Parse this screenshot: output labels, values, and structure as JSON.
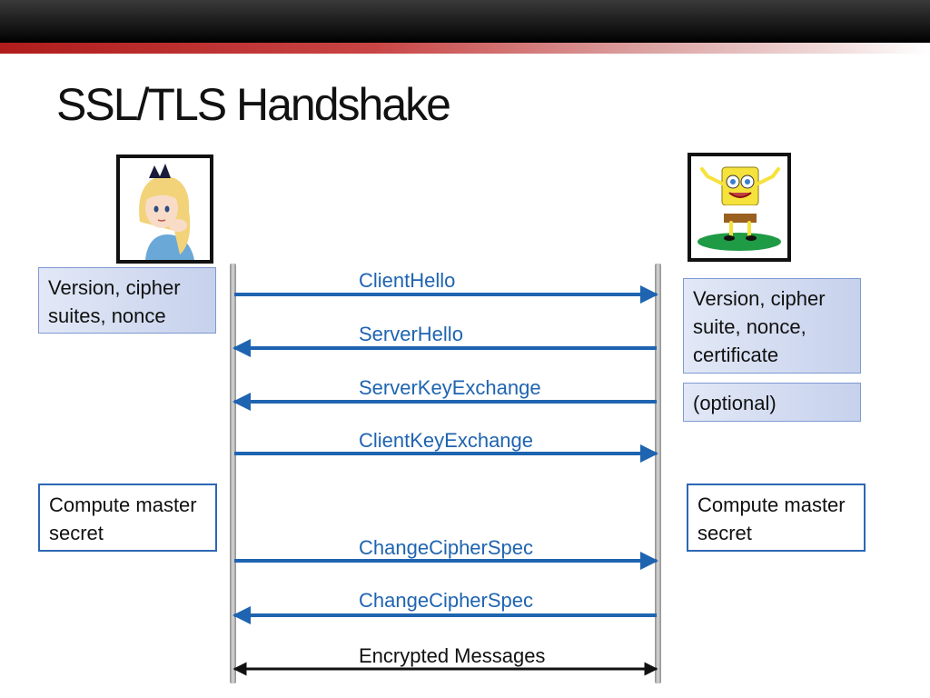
{
  "slide": {
    "title": "SSL/TLS Handshake"
  },
  "messages": [
    {
      "label": "ClientHello",
      "direction": "client-to-server"
    },
    {
      "label": "ServerHello",
      "direction": "server-to-client"
    },
    {
      "label": "ServerKeyExchange",
      "direction": "server-to-client"
    },
    {
      "label": "ClientKeyExchange",
      "direction": "client-to-server"
    },
    {
      "label": "ChangeCipherSpec",
      "direction": "client-to-server"
    },
    {
      "label": "ChangeCipherSpec",
      "direction": "server-to-client"
    },
    {
      "label": "Encrypted Messages",
      "direction": "both"
    }
  ],
  "client_notes": {
    "hello": "Version, cipher suites, nonce",
    "compute": "Compute master secret"
  },
  "server_notes": {
    "hello": "Version, cipher suite, nonce, certificate",
    "optional": "(optional)",
    "compute": "Compute master secret"
  },
  "colors": {
    "message_arrow": "#1f64b0",
    "encrypted_arrow": "#111111",
    "title_bar": "#1b1b1b",
    "accent_red": "#b01c1c"
  }
}
